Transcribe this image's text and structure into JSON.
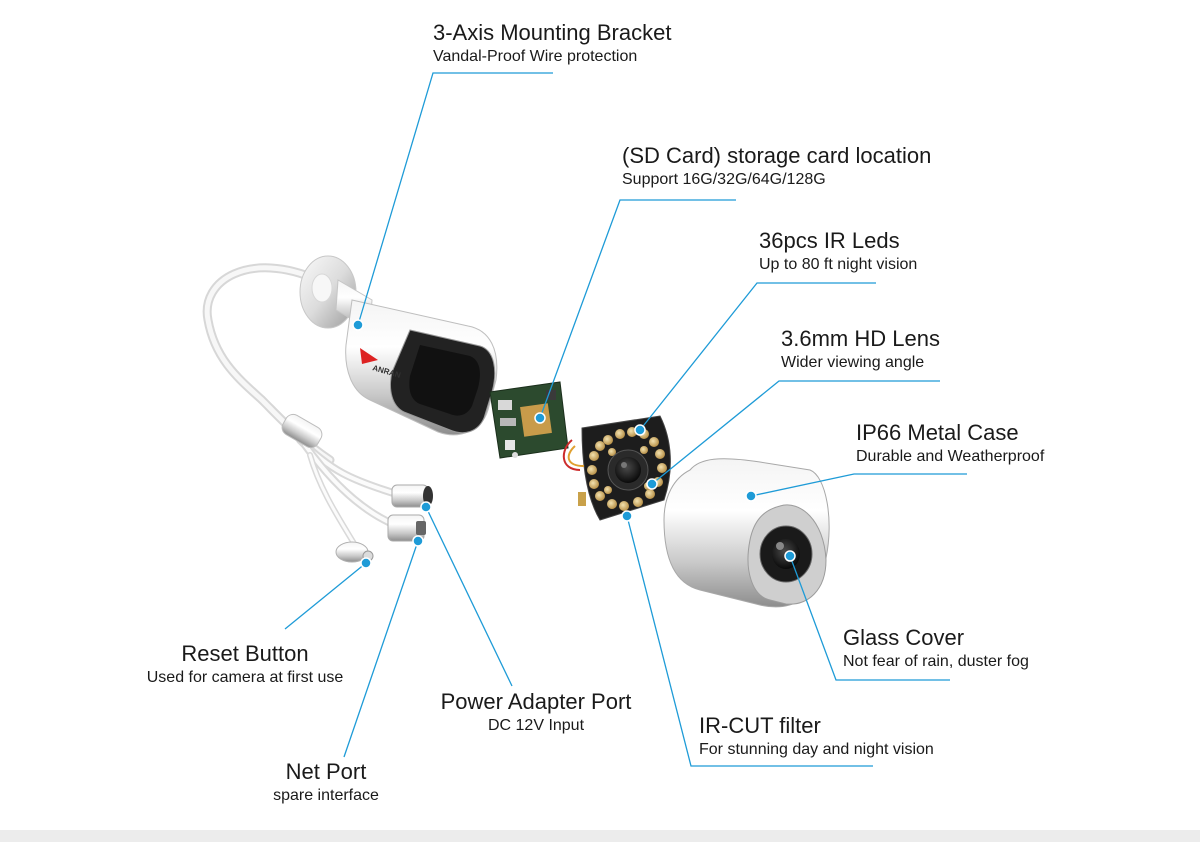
{
  "callouts": {
    "bracket": {
      "title": "3-Axis Mounting Bracket",
      "subtitle": "Vandal-Proof Wire protection"
    },
    "sd_card": {
      "title": "(SD Card) storage card location",
      "subtitle": "Support 16G/32G/64G/128G"
    },
    "ir_leds": {
      "title": "36pcs IR Leds",
      "subtitle": "Up to 80 ft night vision"
    },
    "lens": {
      "title": "3.6mm HD Lens",
      "subtitle": "Wider viewing angle"
    },
    "case": {
      "title": "IP66 Metal Case",
      "subtitle": "Durable and Weatherproof"
    },
    "glass": {
      "title": "Glass Cover",
      "subtitle": "Not fear of rain, duster fog"
    },
    "ircut": {
      "title": "IR-CUT filter",
      "subtitle": "For stunning day and night vision"
    },
    "power": {
      "title": "Power Adapter Port",
      "subtitle": "DC 12V Input"
    },
    "reset": {
      "title": "Reset Button",
      "subtitle": "Used for camera at first use"
    },
    "net": {
      "title": "Net Port",
      "subtitle": "spare interface"
    }
  },
  "logo": {
    "text": "ANRAN"
  },
  "colors": {
    "callout_line": "#1e9bd7",
    "callout_dot": "#1e9bd7"
  }
}
